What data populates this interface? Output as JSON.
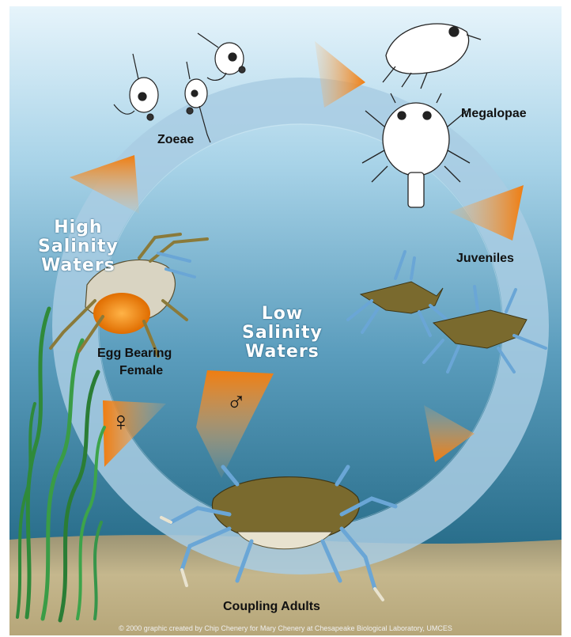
{
  "diagram": {
    "stages": {
      "zoeae": "Zoeae",
      "megalopae": "Megalopae",
      "juveniles": "Juveniles",
      "coupling_adults": "Coupling Adults",
      "egg_bearing_female_line1": "Egg Bearing",
      "egg_bearing_female_line2": "Female"
    },
    "habitats": {
      "high_salinity": [
        "High",
        "Salinity",
        "Waters"
      ],
      "low_salinity": [
        "Low",
        "Salinity",
        "Waters"
      ]
    },
    "symbols": {
      "female": "♀",
      "male": "♂"
    },
    "credit": "© 2000 graphic created by Chip Chenery for Mary Chenery at Chesapeake Biological Laboratory, UMCES"
  },
  "colors": {
    "water_top": "#d9eef8",
    "water_mid": "#5c9fbf",
    "water_deep": "#1e5f7c",
    "sand": "#c2b38a",
    "cycle_ring": "#a9cde3",
    "arrow_orange": "#f28a1a",
    "crab_shell": "#7a6a2e",
    "crab_leg_blue": "#6aa6d6",
    "seagrass": "#2f8a3a",
    "egg_mass": "#f28a1a"
  }
}
